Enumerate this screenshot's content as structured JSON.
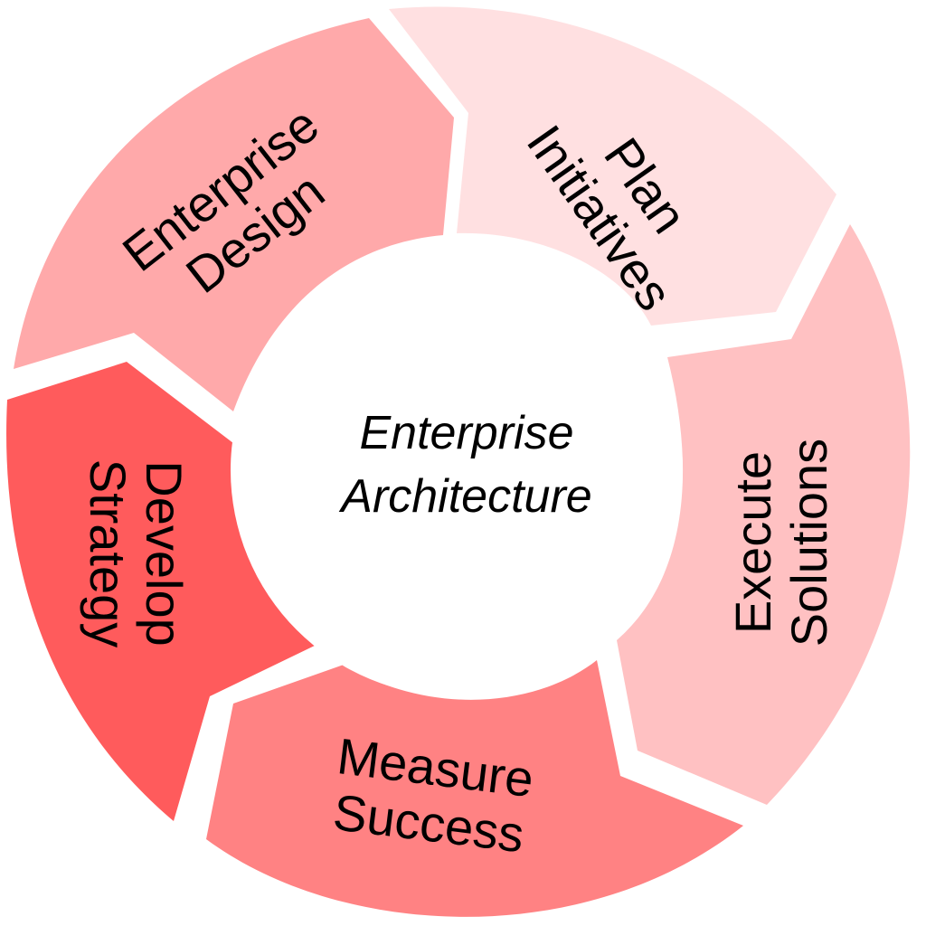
{
  "center": {
    "line1": "Enterprise",
    "line2": "Architecture"
  },
  "segments": [
    {
      "id": "plan-initiatives",
      "line1": "Plan",
      "line2": "Initiatives",
      "color": "#FFE0E1"
    },
    {
      "id": "execute-solutions",
      "line1": "Execute",
      "line2": "Solutions",
      "color": "#FFC1C2"
    },
    {
      "id": "measure-success",
      "line1": "Measure",
      "line2": "Success",
      "color": "#FF8283"
    },
    {
      "id": "develop-strategy",
      "line1": "Develop",
      "line2": "Strategy",
      "color": "#FF5B5C"
    },
    {
      "id": "enterprise-design",
      "line1": "Enterprise",
      "line2": "Design",
      "color": "#FFA9AA"
    }
  ],
  "background_color": "#FFFFFF"
}
